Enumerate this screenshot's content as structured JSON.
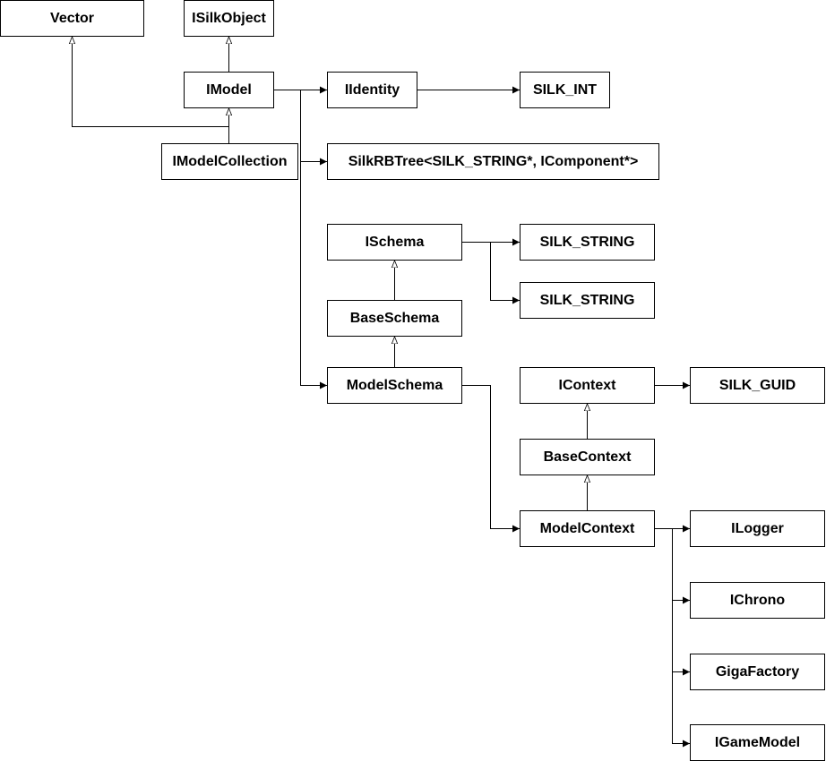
{
  "nodes": {
    "vector": "Vector",
    "isilkobject": "ISilkObject",
    "imodel": "IModel",
    "iidentity": "IIdentity",
    "silk_int": "SILK_INT",
    "imodelcollection": "IModelCollection",
    "silkrbtree": "SilkRBTree<SILK_STRING*, IComponent*>",
    "ischema": "ISchema",
    "silk_string_1": "SILK_STRING",
    "silk_string_2": "SILK_STRING",
    "baseschema": "BaseSchema",
    "modelschema": "ModelSchema",
    "icontext": "IContext",
    "silk_guid": "SILK_GUID",
    "basecontext": "BaseContext",
    "modelcontext": "ModelContext",
    "ilogger": "ILogger",
    "ichrono": "IChrono",
    "gigafactory": "GigaFactory",
    "igamemodel": "IGameModel"
  },
  "edges": [
    {
      "from": "imodel",
      "to": "isilkobject",
      "kind": "inheritance"
    },
    {
      "from": "imodelcollection",
      "to": "imodel",
      "kind": "inheritance"
    },
    {
      "from": "imodelcollection",
      "to": "vector",
      "kind": "inheritance"
    },
    {
      "from": "imodel",
      "to": "iidentity",
      "kind": "association"
    },
    {
      "from": "iidentity",
      "to": "silk_int",
      "kind": "association"
    },
    {
      "from": "imodel",
      "to": "silkrbtree",
      "kind": "association"
    },
    {
      "from": "imodel",
      "to": "modelschema",
      "kind": "association"
    },
    {
      "from": "ischema",
      "to": "silk_string_1",
      "kind": "association"
    },
    {
      "from": "ischema",
      "to": "silk_string_2",
      "kind": "association"
    },
    {
      "from": "baseschema",
      "to": "ischema",
      "kind": "inheritance"
    },
    {
      "from": "modelschema",
      "to": "baseschema",
      "kind": "inheritance"
    },
    {
      "from": "modelschema",
      "to": "modelcontext",
      "kind": "association"
    },
    {
      "from": "icontext",
      "to": "silk_guid",
      "kind": "association"
    },
    {
      "from": "basecontext",
      "to": "icontext",
      "kind": "inheritance"
    },
    {
      "from": "modelcontext",
      "to": "basecontext",
      "kind": "inheritance"
    },
    {
      "from": "modelcontext",
      "to": "ilogger",
      "kind": "association"
    },
    {
      "from": "modelcontext",
      "to": "ichrono",
      "kind": "association"
    },
    {
      "from": "modelcontext",
      "to": "gigafactory",
      "kind": "association"
    },
    {
      "from": "modelcontext",
      "to": "igamemodel",
      "kind": "association"
    }
  ]
}
